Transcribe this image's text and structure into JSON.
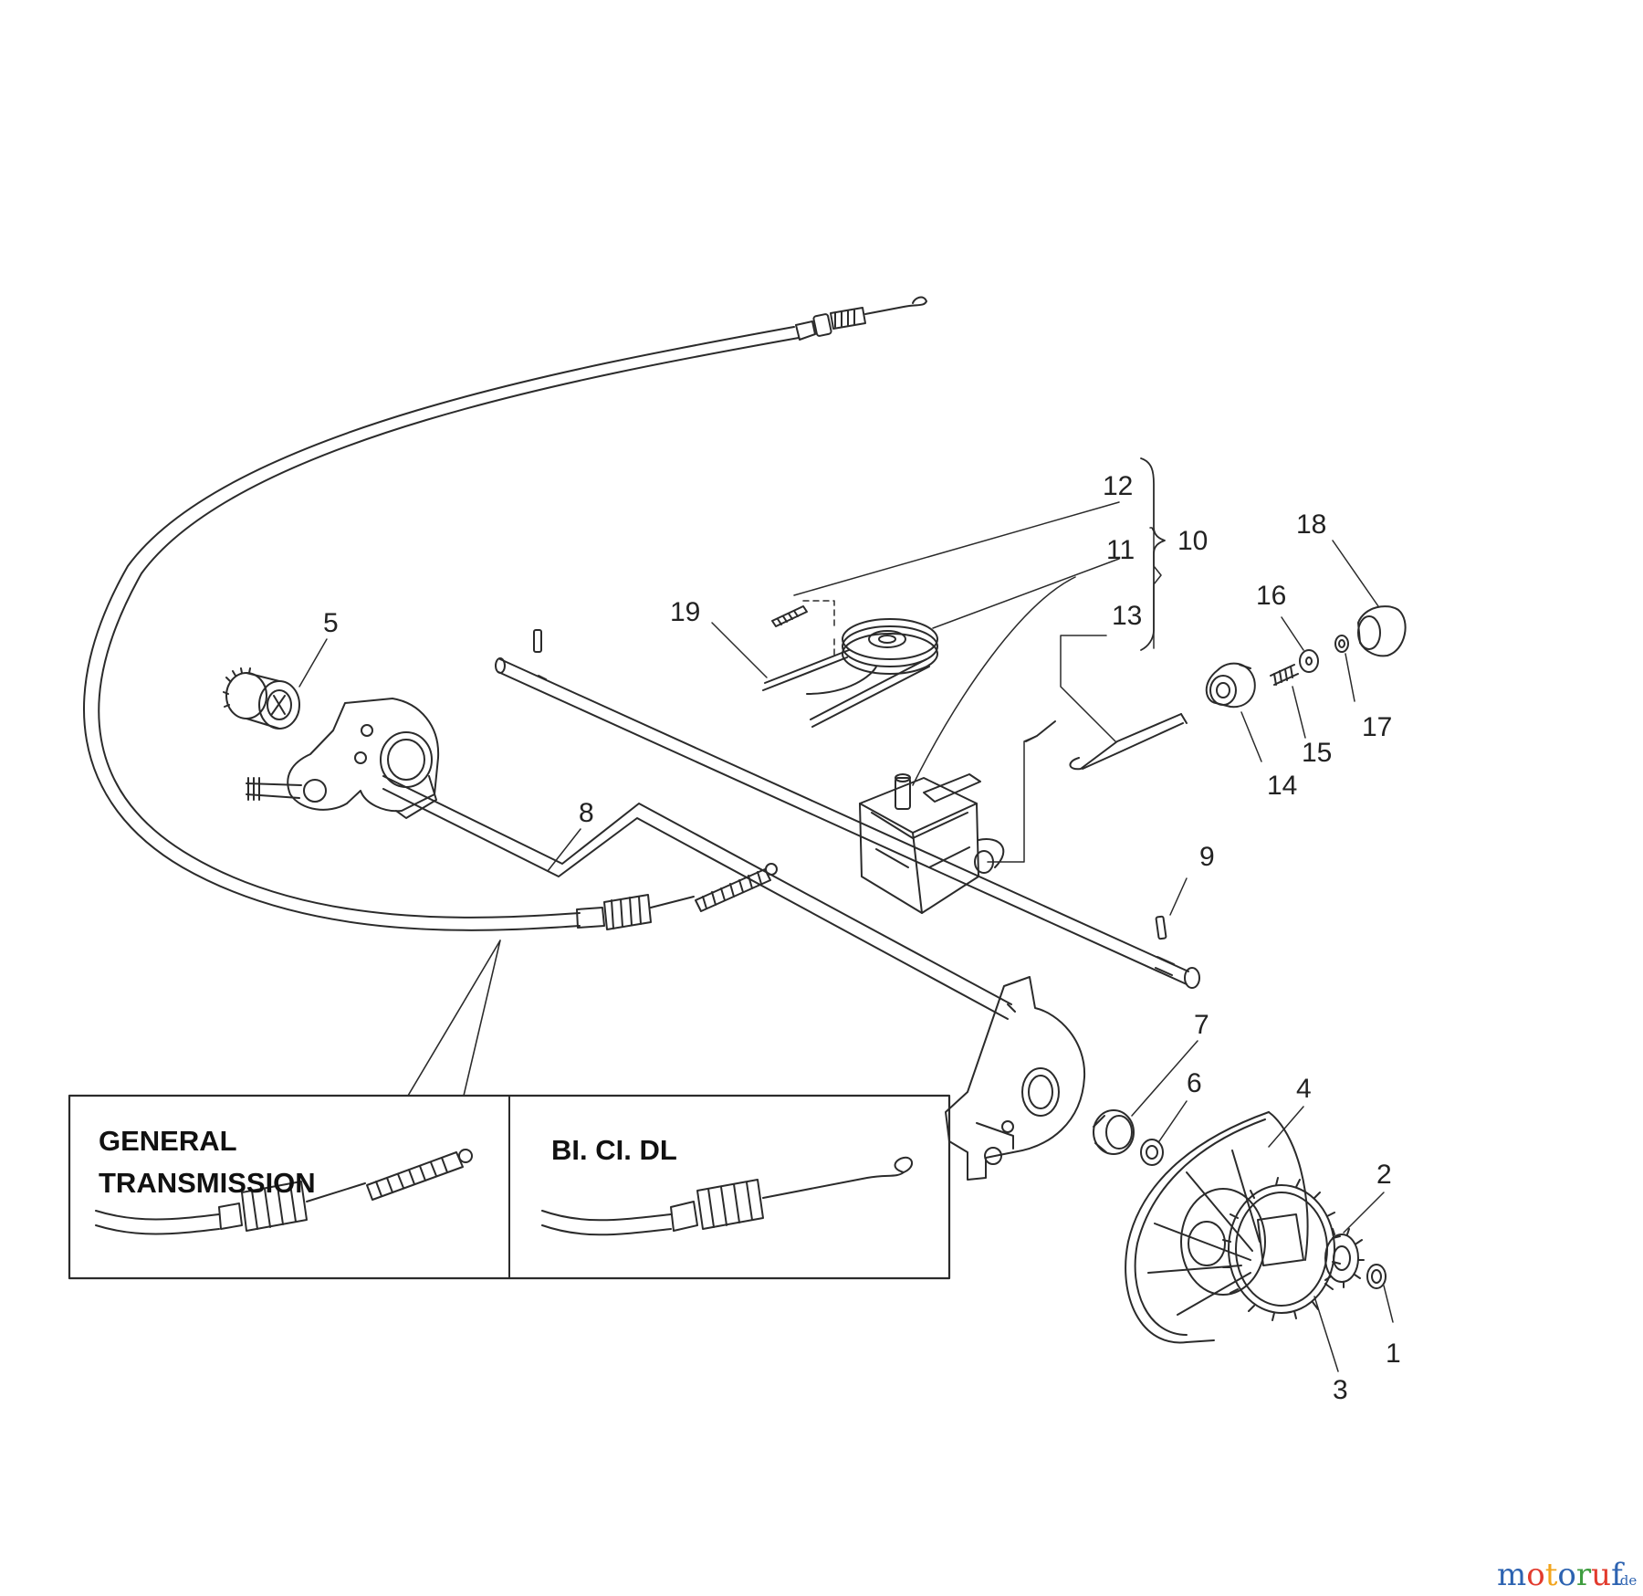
{
  "callouts": [
    "1",
    "2",
    "3",
    "4",
    "5",
    "6",
    "7",
    "8",
    "9",
    "10",
    "11",
    "12",
    "13",
    "14",
    "15",
    "16",
    "17",
    "18",
    "19"
  ],
  "inset": {
    "left_title_line1": "GENERAL",
    "left_title_line2": "TRANSMISSION",
    "right_title": "BI. CI. DL"
  },
  "watermark": {
    "brand_letters": [
      "m",
      "o",
      "t",
      "o",
      "r",
      "u",
      "f"
    ],
    "brand_colors": [
      "#2d63b1",
      "#e23b2e",
      "#f2a41c",
      "#2d63b1",
      "#3e9d3f",
      "#e23b2e",
      "#2d63b1"
    ],
    "tld": ".de"
  },
  "colors": {
    "line": "#2b2b2b",
    "text": "#222222"
  }
}
